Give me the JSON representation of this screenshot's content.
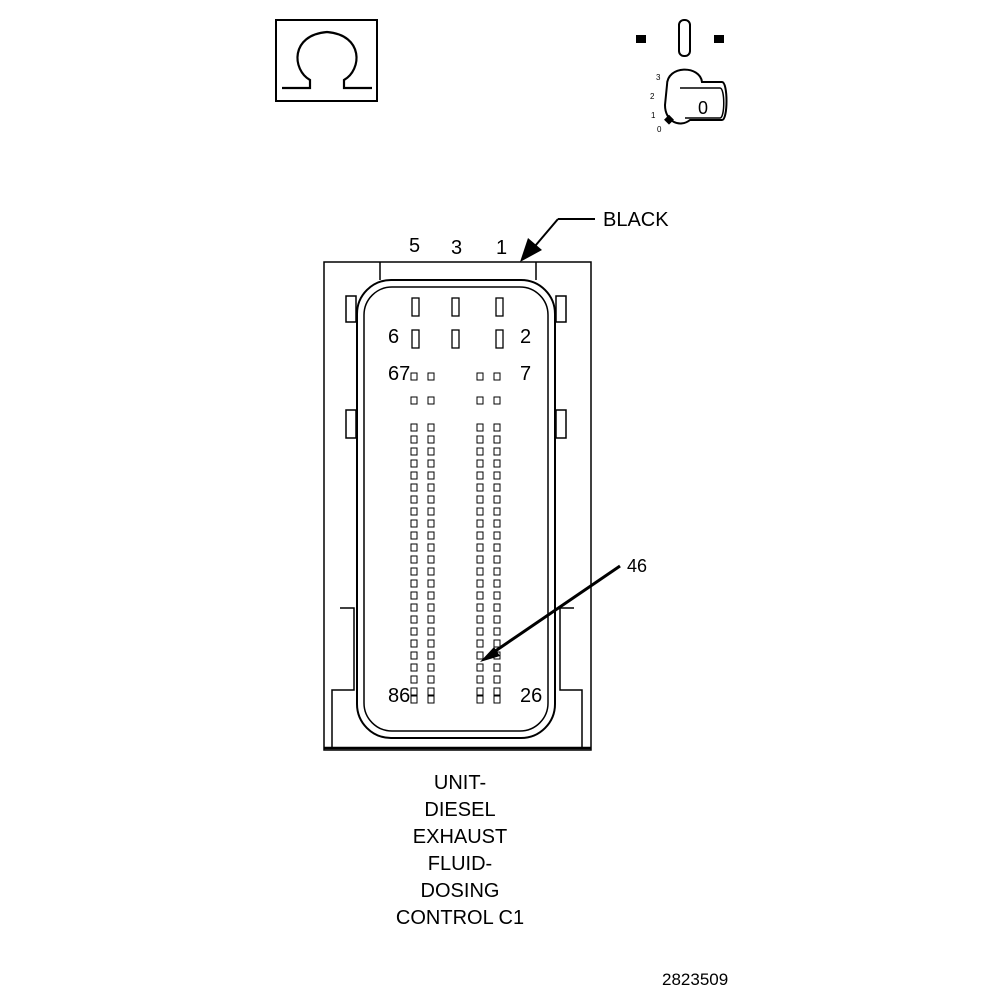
{
  "ohm_symbol": "ohmmeter-icon",
  "ignition": {
    "key_label": "0",
    "positions": [
      "3",
      "2",
      "1",
      "0"
    ]
  },
  "connector": {
    "color_label": "BLACK",
    "top_pins": [
      "5",
      "3",
      "1"
    ],
    "pin_labels": {
      "p6": "6",
      "p2": "2",
      "p67": "67",
      "p7": "7",
      "p86": "86",
      "p26": "26",
      "p46": "46"
    }
  },
  "caption_lines": [
    "UNIT-",
    "DIESEL",
    "EXHAUST",
    "FLUID-",
    "DOSING",
    "CONTROL C1"
  ],
  "figure_id": "2823509"
}
